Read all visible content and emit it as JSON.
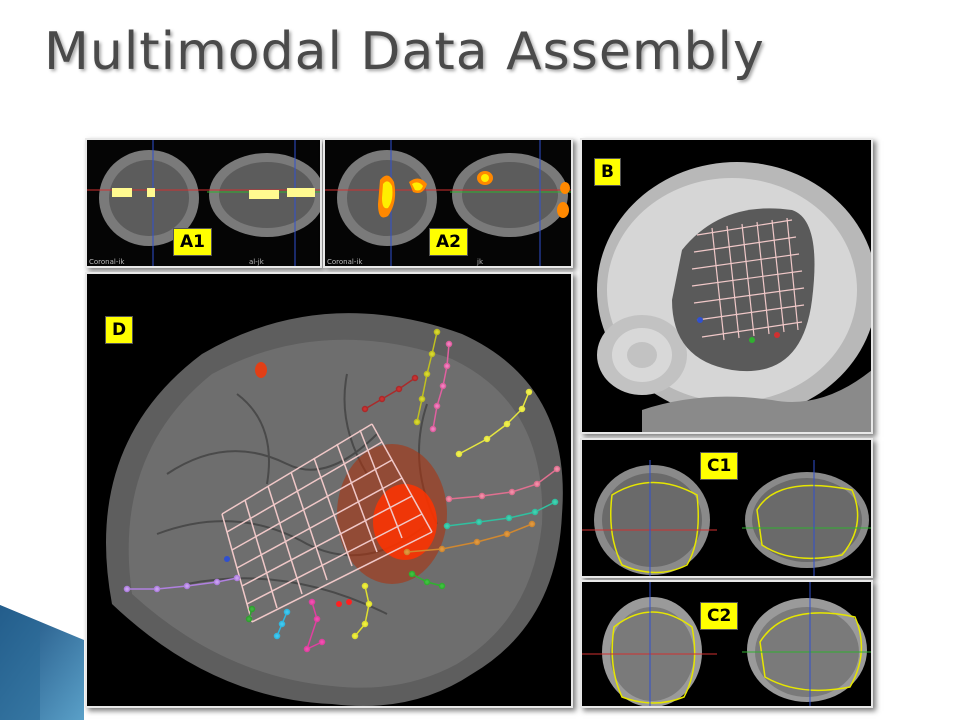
{
  "slide": {
    "title": "Multimodal Data Assembly"
  },
  "panels": {
    "a1": {
      "label": "A1",
      "caption_left": "Coronal-ik",
      "caption_right": "al-jk"
    },
    "a2": {
      "label": "A2",
      "caption_left": "Coronal-ik",
      "caption_right": "jk"
    },
    "b": {
      "label": "B"
    },
    "c1": {
      "label": "C1"
    },
    "c2": {
      "label": "C2"
    },
    "d": {
      "label": "D"
    }
  },
  "colors": {
    "label_bg": "#ffff00",
    "grid_electrodes": "#f0c8c8",
    "activation": "#ff3300",
    "brain_contour": "#e6e600"
  }
}
